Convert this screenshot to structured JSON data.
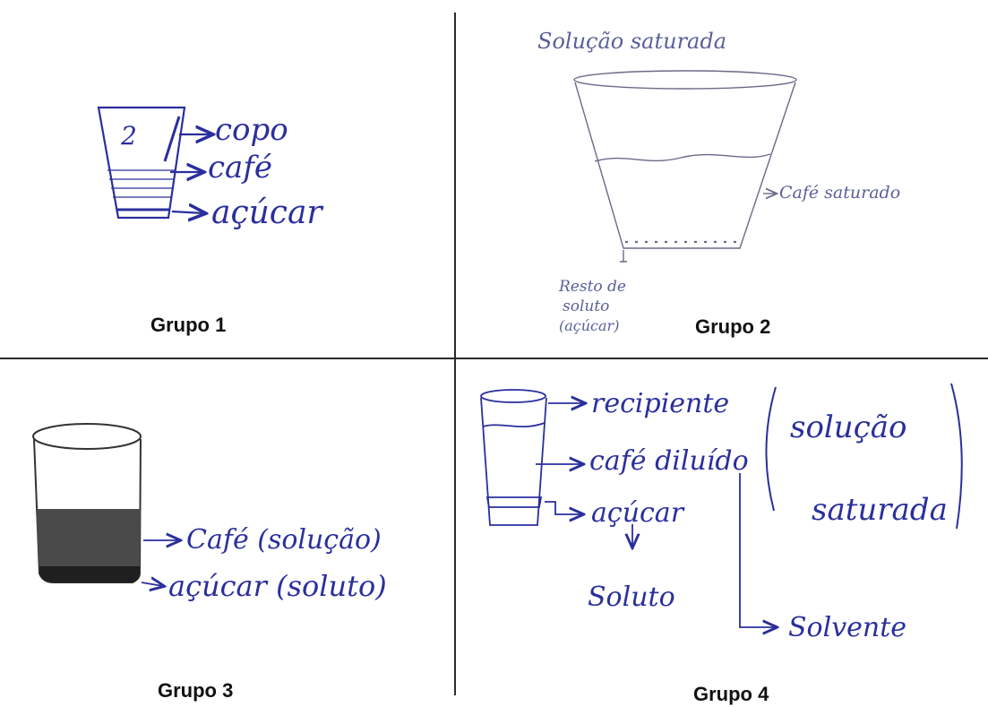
{
  "colors": {
    "ink_blue": "#2a2f9c",
    "pencil_gray": "#6a6a7a",
    "text_black": "#111111",
    "background": "#ffffff"
  },
  "panels": [
    {
      "label": "Grupo 1",
      "annotations": {
        "number": "2",
        "cup": "copo",
        "coffee": "café",
        "sugar": "açúcar"
      }
    },
    {
      "label": "Grupo 2",
      "annotations": {
        "title": "Solução saturada",
        "liquid": "Café saturado",
        "residue_line1": "Resto de",
        "residue_line2": "soluto",
        "residue_line3": "(açúcar)"
      }
    },
    {
      "label": "Grupo 3",
      "annotations": {
        "coffee": "Café (solução)",
        "sugar": "açúcar (soluto)"
      }
    },
    {
      "label": "Grupo 4",
      "annotations": {
        "container": "recipiente",
        "coffee": "café diluído",
        "sugar": "açúcar",
        "solute": "Soluto",
        "solvent": "Solvente",
        "bracket_line1": "solução",
        "bracket_line2": "saturada"
      }
    }
  ]
}
